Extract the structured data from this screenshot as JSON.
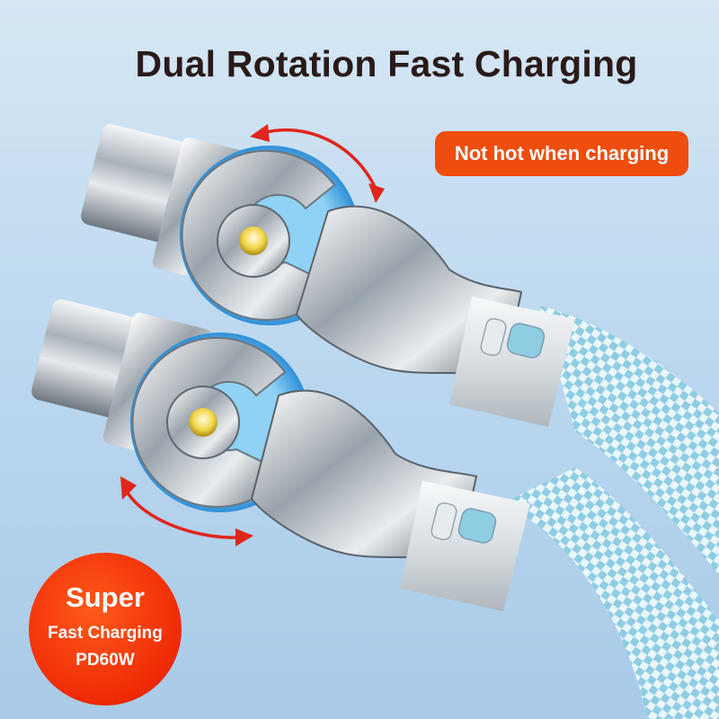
{
  "headline": "Dual Rotation Fast Charging",
  "pill_label": "Not hot when charging",
  "badge": {
    "line1": "Super",
    "line2": "Fast Charging",
    "line3": "PD60W"
  },
  "colors": {
    "accent_orange": "#ef4d0e",
    "badge_red": "#ef2a06",
    "arrow_red": "#e0261c",
    "glow_blue": "#3aa6e6",
    "cable_blue": "#9fd7ea",
    "background": "#c2dcf0"
  },
  "icons": [
    "rotation-arrow-icon",
    "gear-hub-icon",
    "usb-c-plug-icon"
  ]
}
